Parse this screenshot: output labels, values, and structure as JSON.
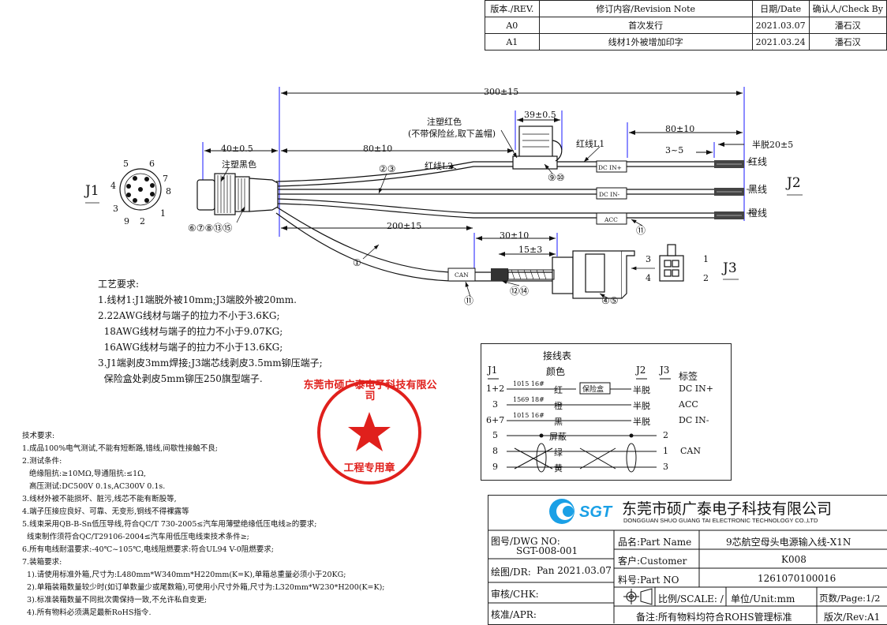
{
  "revision": {
    "headers": [
      "版本./REV.",
      "修订内容/Revision Note",
      "日期/Date",
      "确认人/Check By"
    ],
    "rows": [
      [
        "A0",
        "首次发行",
        "2021.03.07",
        "潘石汉"
      ],
      [
        "A1",
        "线材1外被增加印字",
        "2021.03.24",
        "潘石汉"
      ]
    ]
  },
  "drawing": {
    "dim_total": "300±15",
    "dim_39": "39±0.5",
    "dim_80_right": "80±10",
    "dim_half_strip": "半脱20±5",
    "dim_3_5": "3~5",
    "dim_40": "40±0.5",
    "dim_80_left": "80±10",
    "dim_200": "200±15",
    "dim_30": "30±10",
    "dim_15": "15±3",
    "mold_red_1": "注塑红色",
    "mold_red_2": "(不带保险丝,取下盖帽)",
    "mold_black": "注塑黑色",
    "red_l1": "红线L1",
    "red_l2": "红线L2",
    "wire_red": "红线",
    "wire_black": "黑线",
    "wire_orange": "橙线",
    "label_dcin_plus": "DC IN+",
    "label_dcin_minus": "DC IN-",
    "label_acc": "ACC",
    "label_can": "CAN",
    "j1": "J1",
    "j2": "J2",
    "j3": "J3",
    "b_23": "②③",
    "b_1": "①",
    "b_678": "⑥⑦⑧⑬⑮",
    "b_910": "⑨⑩",
    "b_11a": "⑪",
    "b_11b": "⑪",
    "b_1214": "⑫⑭",
    "b_45": "④⑤",
    "pins_j1": [
      "5",
      "6",
      "4",
      "7",
      "8",
      "3",
      "1",
      "9",
      "2"
    ],
    "pins_j3": [
      "3",
      "1",
      "4",
      "2"
    ]
  },
  "process": {
    "title": "工艺要求:",
    "lines": [
      "1.线材1:J1端脱外被10mm;J3端胶外被20mm.",
      "2.22AWG线材与端子的拉力不小于3.6KG;",
      "  18AWG线材与端子的拉力不小于9.07KG;",
      "  16AWG线材与端子的拉力不小于13.6KG;",
      "3.J1端剥皮3mm焊接;J3端芯线剥皮3.5mm铆压端子;",
      "  保险盒处剥皮5mm铆压250旗型端子."
    ]
  },
  "stamp": {
    "text": "东莞市硕广泰电子科技有限公司",
    "sub": "工程专用章"
  },
  "tech": {
    "title": "技术要求:",
    "lines": [
      "1.成品100%电气测试,不能有短断路,错线,间歇性接触不良;",
      "2.测试条件:",
      "   绝缘阻抗:≥10MΩ,导通阻抗:≤1Ω,",
      "   高压测试:DC500V 0.1s,AC300V 0.1s.",
      "3.线材外被不能损坏、脏污,线芯不能有断股等,",
      "4.端子压接应良好、可靠、无变形,铜线不得裸露等",
      "5.线束采用QB-B-Sn低压导线,符合QC/T 730-2005≤汽车用薄壁绝缘低压电线≥的要求;",
      "  线束制作须符合QC/T29106-2004≤汽车用低压电线束技术条件≥;",
      "6.所有电线耐温要求:-40℃~105℃,电线阻燃要求:符合UL94 V-0阻燃要求;",
      "7.装箱要求:",
      "  1).请使用标准外箱,尺寸为:L480mm*W340mm*H220mm(K=K),单箱总重量必须小于20KG;",
      "  2).单箱装箱数量较少时(如订单数量少或尾数箱),可使用小尺寸外箱,尺寸为:L320mm*W230*H200(K=K);",
      "  3).标准装箱数量不同批次需保持一致,不允许私自变更;",
      "  4).所有物料必须满足最新RoHS指令."
    ]
  },
  "wiring": {
    "title": "接线表",
    "col_j1": "J1",
    "col_color": "颜色",
    "col_j2": "J2",
    "col_j3": "J3",
    "col_label": "标签",
    "rows": [
      {
        "j1": "1+2",
        "spec": "1015 16#",
        "color": "红",
        "mid": "保险盒",
        "j2": "半脱",
        "label": "DC IN+"
      },
      {
        "j1": "3",
        "spec": "1569 18#",
        "color": "橙",
        "j2": "半脱",
        "label": "ACC"
      },
      {
        "j1": "6+7",
        "spec": "1015 16#",
        "color": "黑",
        "j2": "半脱",
        "label": "DC IN-"
      },
      {
        "j1": "5",
        "color": "屏蔽",
        "j3": "2"
      },
      {
        "j1": "8",
        "color": "绿",
        "j3": "1",
        "label": "CAN"
      },
      {
        "j1": "9",
        "color": "黄",
        "j3": "3"
      }
    ]
  },
  "title_block": {
    "logo": "SGT",
    "company_cn": "东莞市硕广泰电子科技有限公司",
    "company_en": "DONGGUAN SHUO GUANG TAI ELECTRONIC TECHNOLOGY CO.,LTD",
    "dwg_label": "图号/DWG NO:",
    "dwg_value": "SGT-008-001",
    "dr_label": "绘图/DR:",
    "dr_value": "Pan 2021.03.07",
    "chk_label": "审核/CHK:",
    "apr_label": "核准/APR:",
    "pname_label": "品名:Part Name",
    "pname_value": "9芯航空母头电源输入线-X1N",
    "cust_label": "客户:Customer",
    "cust_value": "K008",
    "pno_label": "料号:Part NO",
    "pno_value": "1261070100016",
    "scale": "比例/SCALE: /",
    "unit": "单位/Unit:mm",
    "page": "页数/Page:1/2",
    "note": "备注:所有物料均符合ROHS管理标准",
    "rev": "版次/Rev:A1"
  },
  "colors": {
    "line": "#111111",
    "dim_blue": "#1a1aff",
    "stamp_red": "#e0201c",
    "logo_blue": "#1aa0e6"
  }
}
